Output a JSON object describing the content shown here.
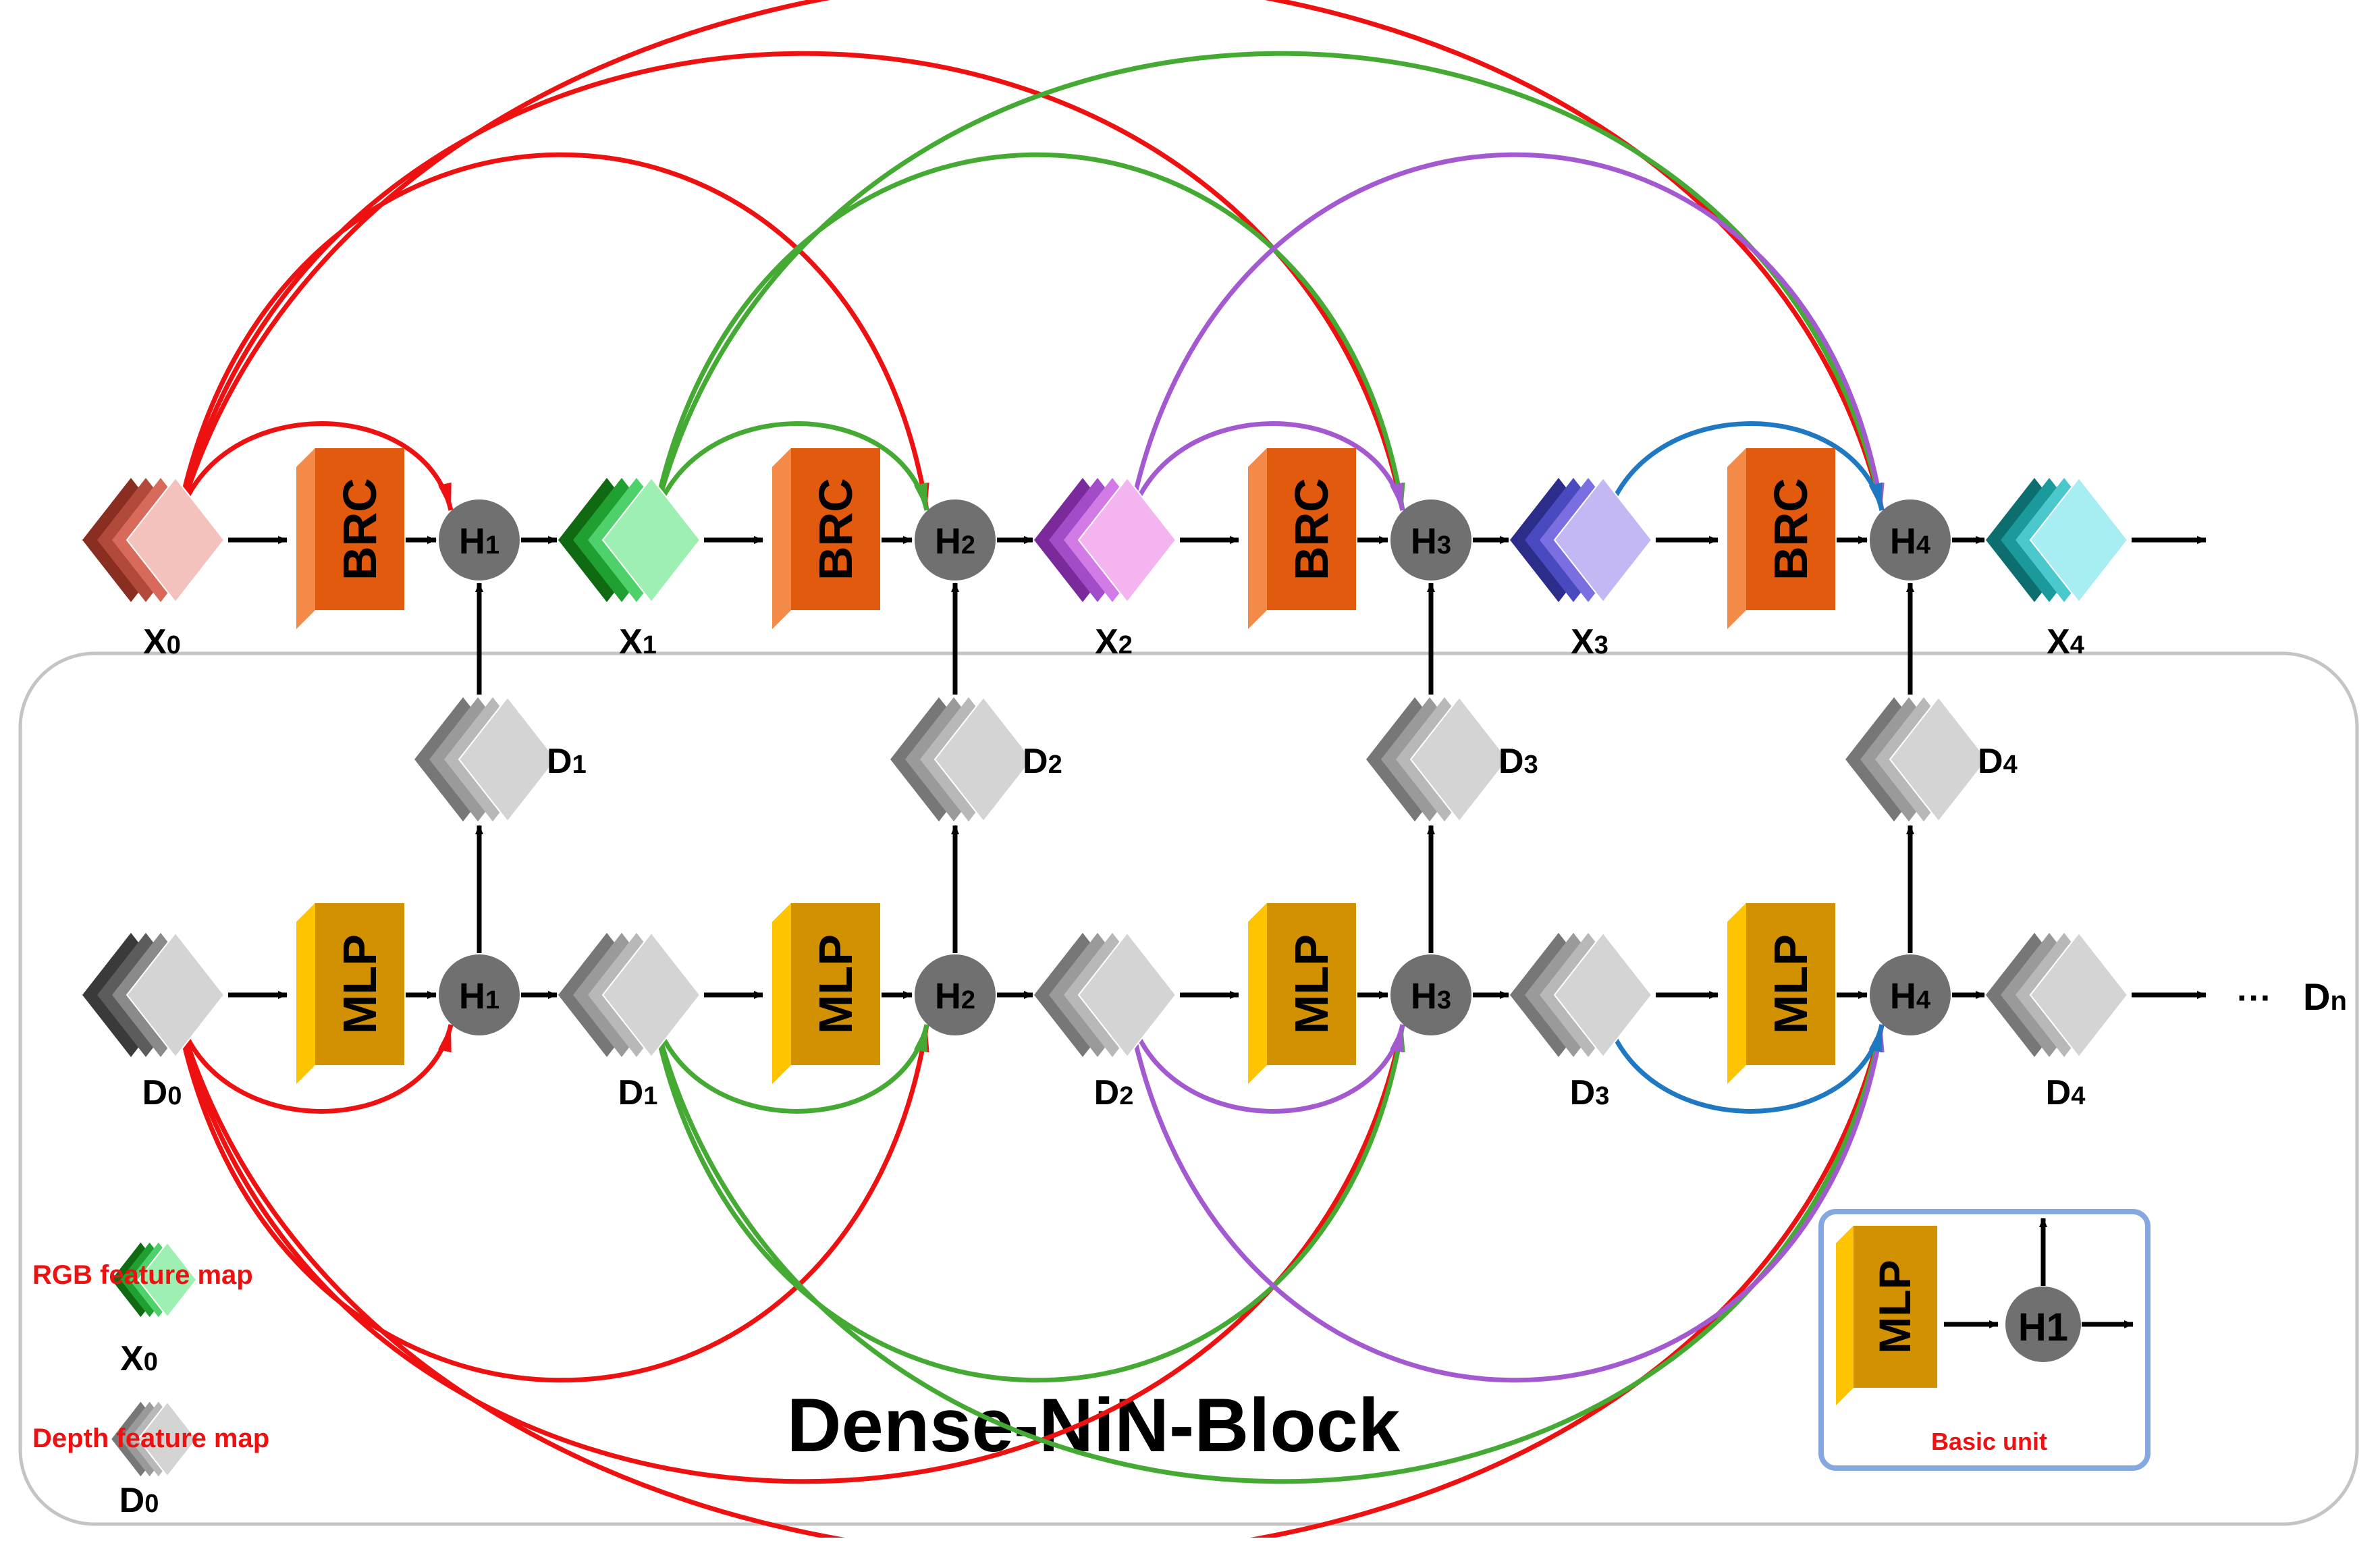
{
  "block_title": "Dense-NiN-Block",
  "rgb_row": {
    "units": [
      {
        "op": "BRC",
        "node_main": "H",
        "node_sub": "1"
      },
      {
        "op": "BRC",
        "node_main": "H",
        "node_sub": "2"
      },
      {
        "op": "BRC",
        "node_main": "H",
        "node_sub": "3"
      },
      {
        "op": "BRC",
        "node_main": "H",
        "node_sub": "4"
      }
    ],
    "maps": [
      {
        "main": "X",
        "sub": "0",
        "front": "#f4c2bc",
        "back": [
          "#8b2e22",
          "#b24a3c",
          "#d86a5c"
        ]
      },
      {
        "main": "X",
        "sub": "1",
        "front": "#9ef0b2",
        "back": [
          "#0f6a12",
          "#20a030",
          "#4ed06a"
        ]
      },
      {
        "main": "X",
        "sub": "2",
        "front": "#f4b4f0",
        "back": [
          "#7a2a9a",
          "#a24cc8",
          "#d27ae6"
        ]
      },
      {
        "main": "X",
        "sub": "3",
        "front": "#c4b8f4",
        "back": [
          "#2c2c8a",
          "#4a4ac0",
          "#7a6ee0"
        ]
      },
      {
        "main": "X",
        "sub": "4",
        "front": "#a6eef2",
        "back": [
          "#0c6e6e",
          "#1a9a9a",
          "#4ac8cc"
        ]
      }
    ]
  },
  "depth_row": {
    "units": [
      {
        "op": "MLP",
        "node_main": "H",
        "node_sub": "1"
      },
      {
        "op": "MLP",
        "node_main": "H",
        "node_sub": "2"
      },
      {
        "op": "MLP",
        "node_main": "H",
        "node_sub": "3"
      },
      {
        "op": "MLP",
        "node_main": "H",
        "node_sub": "4"
      }
    ],
    "maps": [
      {
        "main": "D",
        "sub": "0"
      },
      {
        "main": "D",
        "sub": "1"
      },
      {
        "main": "D",
        "sub": "2"
      },
      {
        "main": "D",
        "sub": "3"
      },
      {
        "main": "D",
        "sub": "4"
      }
    ],
    "tail_ellipsis": "···",
    "tail_main": "D",
    "tail_sub": "n"
  },
  "mid_maps": [
    {
      "main": "D",
      "sub": "1"
    },
    {
      "main": "D",
      "sub": "2"
    },
    {
      "main": "D",
      "sub": "3"
    },
    {
      "main": "D",
      "sub": "4"
    }
  ],
  "legend": {
    "rgb_label": "RGB feature map",
    "rgb_main": "X",
    "rgb_sub": "0",
    "depth_label": "Depth feature map",
    "depth_main": "D",
    "depth_sub": "0"
  },
  "basic_unit": {
    "op": "MLP",
    "node": "H1",
    "caption": "Basic unit"
  },
  "colors": {
    "brc_front": "#e15a0e",
    "brc_top": "#a9440b",
    "brc_side": "#f48a48",
    "mlp_front": "#d29100",
    "mlp_top": "#9e6b00",
    "mlp_side": "#ffc400",
    "node": "#707070",
    "conn_from_0": "#ee1111",
    "conn_from_1": "#44aa33",
    "conn_from_2": "#a35ad0",
    "conn_from_3": "#1f78c2",
    "legend_text": "#ee1111",
    "basic_unit_border": "#85a8e0"
  }
}
